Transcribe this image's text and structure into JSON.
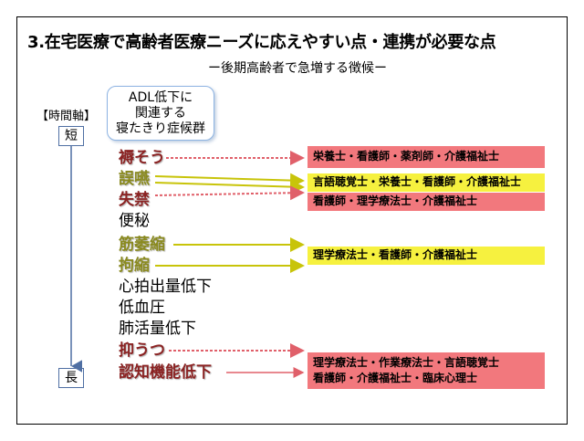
{
  "title": "3.在宅医療で高齢者医療ニーズに応えやすい点・連携が必要な点",
  "subtitle": "ー後期高齢者で急増する徴候ー",
  "adl_box": {
    "lines": [
      "ADL低下に",
      "関連する",
      "寝たきり症候群"
    ]
  },
  "time_axis": {
    "label": "【時間軸】",
    "short": "短",
    "long": "長"
  },
  "symptoms": [
    {
      "label": "褥そう",
      "style": "red"
    },
    {
      "label": "誤嚥",
      "style": "olive"
    },
    {
      "label": "失禁",
      "style": "red"
    },
    {
      "label": "便秘",
      "style": "black"
    },
    {
      "label": "筋萎縮",
      "style": "olive"
    },
    {
      "label": "拘縮",
      "style": "olive"
    },
    {
      "label": "心拍出量低下",
      "style": "black"
    },
    {
      "label": "低血圧",
      "style": "black"
    },
    {
      "label": "肺活量低下",
      "style": "black"
    },
    {
      "label": "抑うつ",
      "style": "red"
    },
    {
      "label": "認知機能低下",
      "style": "red"
    }
  ],
  "teams": [
    {
      "lines": [
        "栄養士・看護師・薬剤師・介護福祉士"
      ],
      "color": "red"
    },
    {
      "lines": [
        "言語聴覚士・栄養士・看護師・介護福祉士"
      ],
      "color": "yellow"
    },
    {
      "lines": [
        "看護師・理学療法士・介護福祉士"
      ],
      "color": "red"
    },
    {
      "lines": [
        "理学療法士・看護師・介護福祉士"
      ],
      "color": "yellow"
    },
    {
      "lines": [
        "理学療法士・作業療法士・言語聴覚士",
        "看護師・介護福祉士・臨床心理士"
      ],
      "color": "red"
    }
  ],
  "colors": {
    "red_box": "#f2787d",
    "yellow_box": "#f6f13f",
    "red_text": "#8b2323",
    "olive_text": "#8a8a1f",
    "axis": "#4f6fa3"
  }
}
